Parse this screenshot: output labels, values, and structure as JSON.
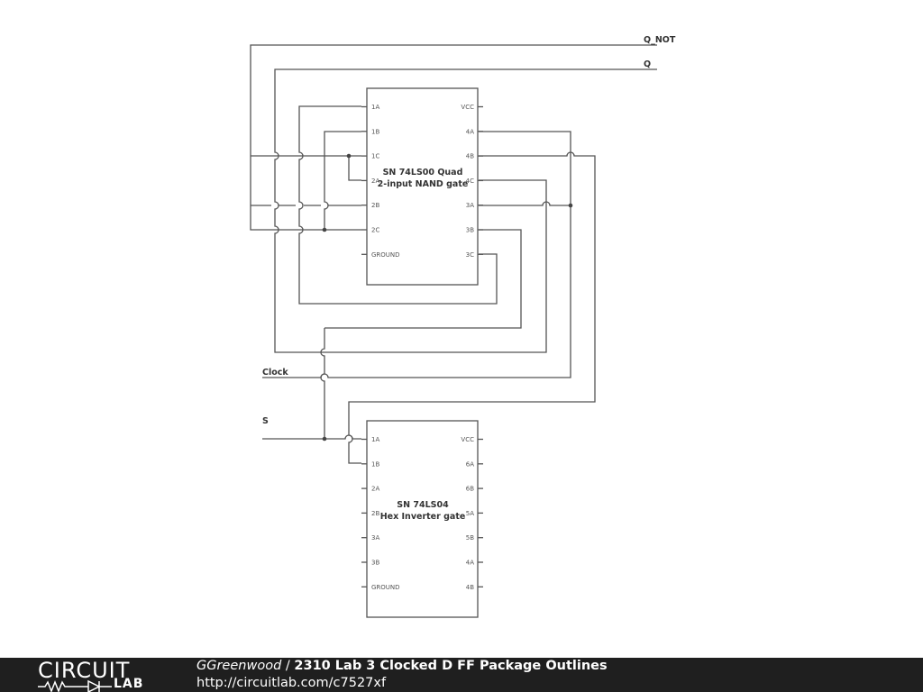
{
  "nets": {
    "q_not": "Q_NOT",
    "q": "Q",
    "clock": "Clock",
    "s": "S"
  },
  "chip1": {
    "title_line1": "SN 74LS00 Quad",
    "title_line2": "2-input NAND gate",
    "left_pins": [
      "1A",
      "1B",
      "1C",
      "2A",
      "2B",
      "2C",
      "GROUND"
    ],
    "right_pins": [
      "VCC",
      "4A",
      "4B",
      "4C",
      "3A",
      "3B",
      "3C"
    ]
  },
  "chip2": {
    "title_line1": "SN 74LS04",
    "title_line2": "Hex Inverter gate",
    "left_pins": [
      "1A",
      "1B",
      "2A",
      "2B",
      "3A",
      "3B",
      "GROUND"
    ],
    "right_pins": [
      "VCC",
      "6A",
      "6B",
      "5A",
      "5B",
      "4A",
      "4B"
    ]
  },
  "footer": {
    "logo_top": "CIRCUIT",
    "logo_bottom": "LAB",
    "author": "GGreenwood",
    "separator": " / ",
    "title": "2310 Lab 3 Clocked D FF Package Outlines",
    "url": "http://circuitlab.com/c7527xf"
  },
  "colors": {
    "wire": "#555555",
    "footer_bg": "#1f1f1f"
  }
}
